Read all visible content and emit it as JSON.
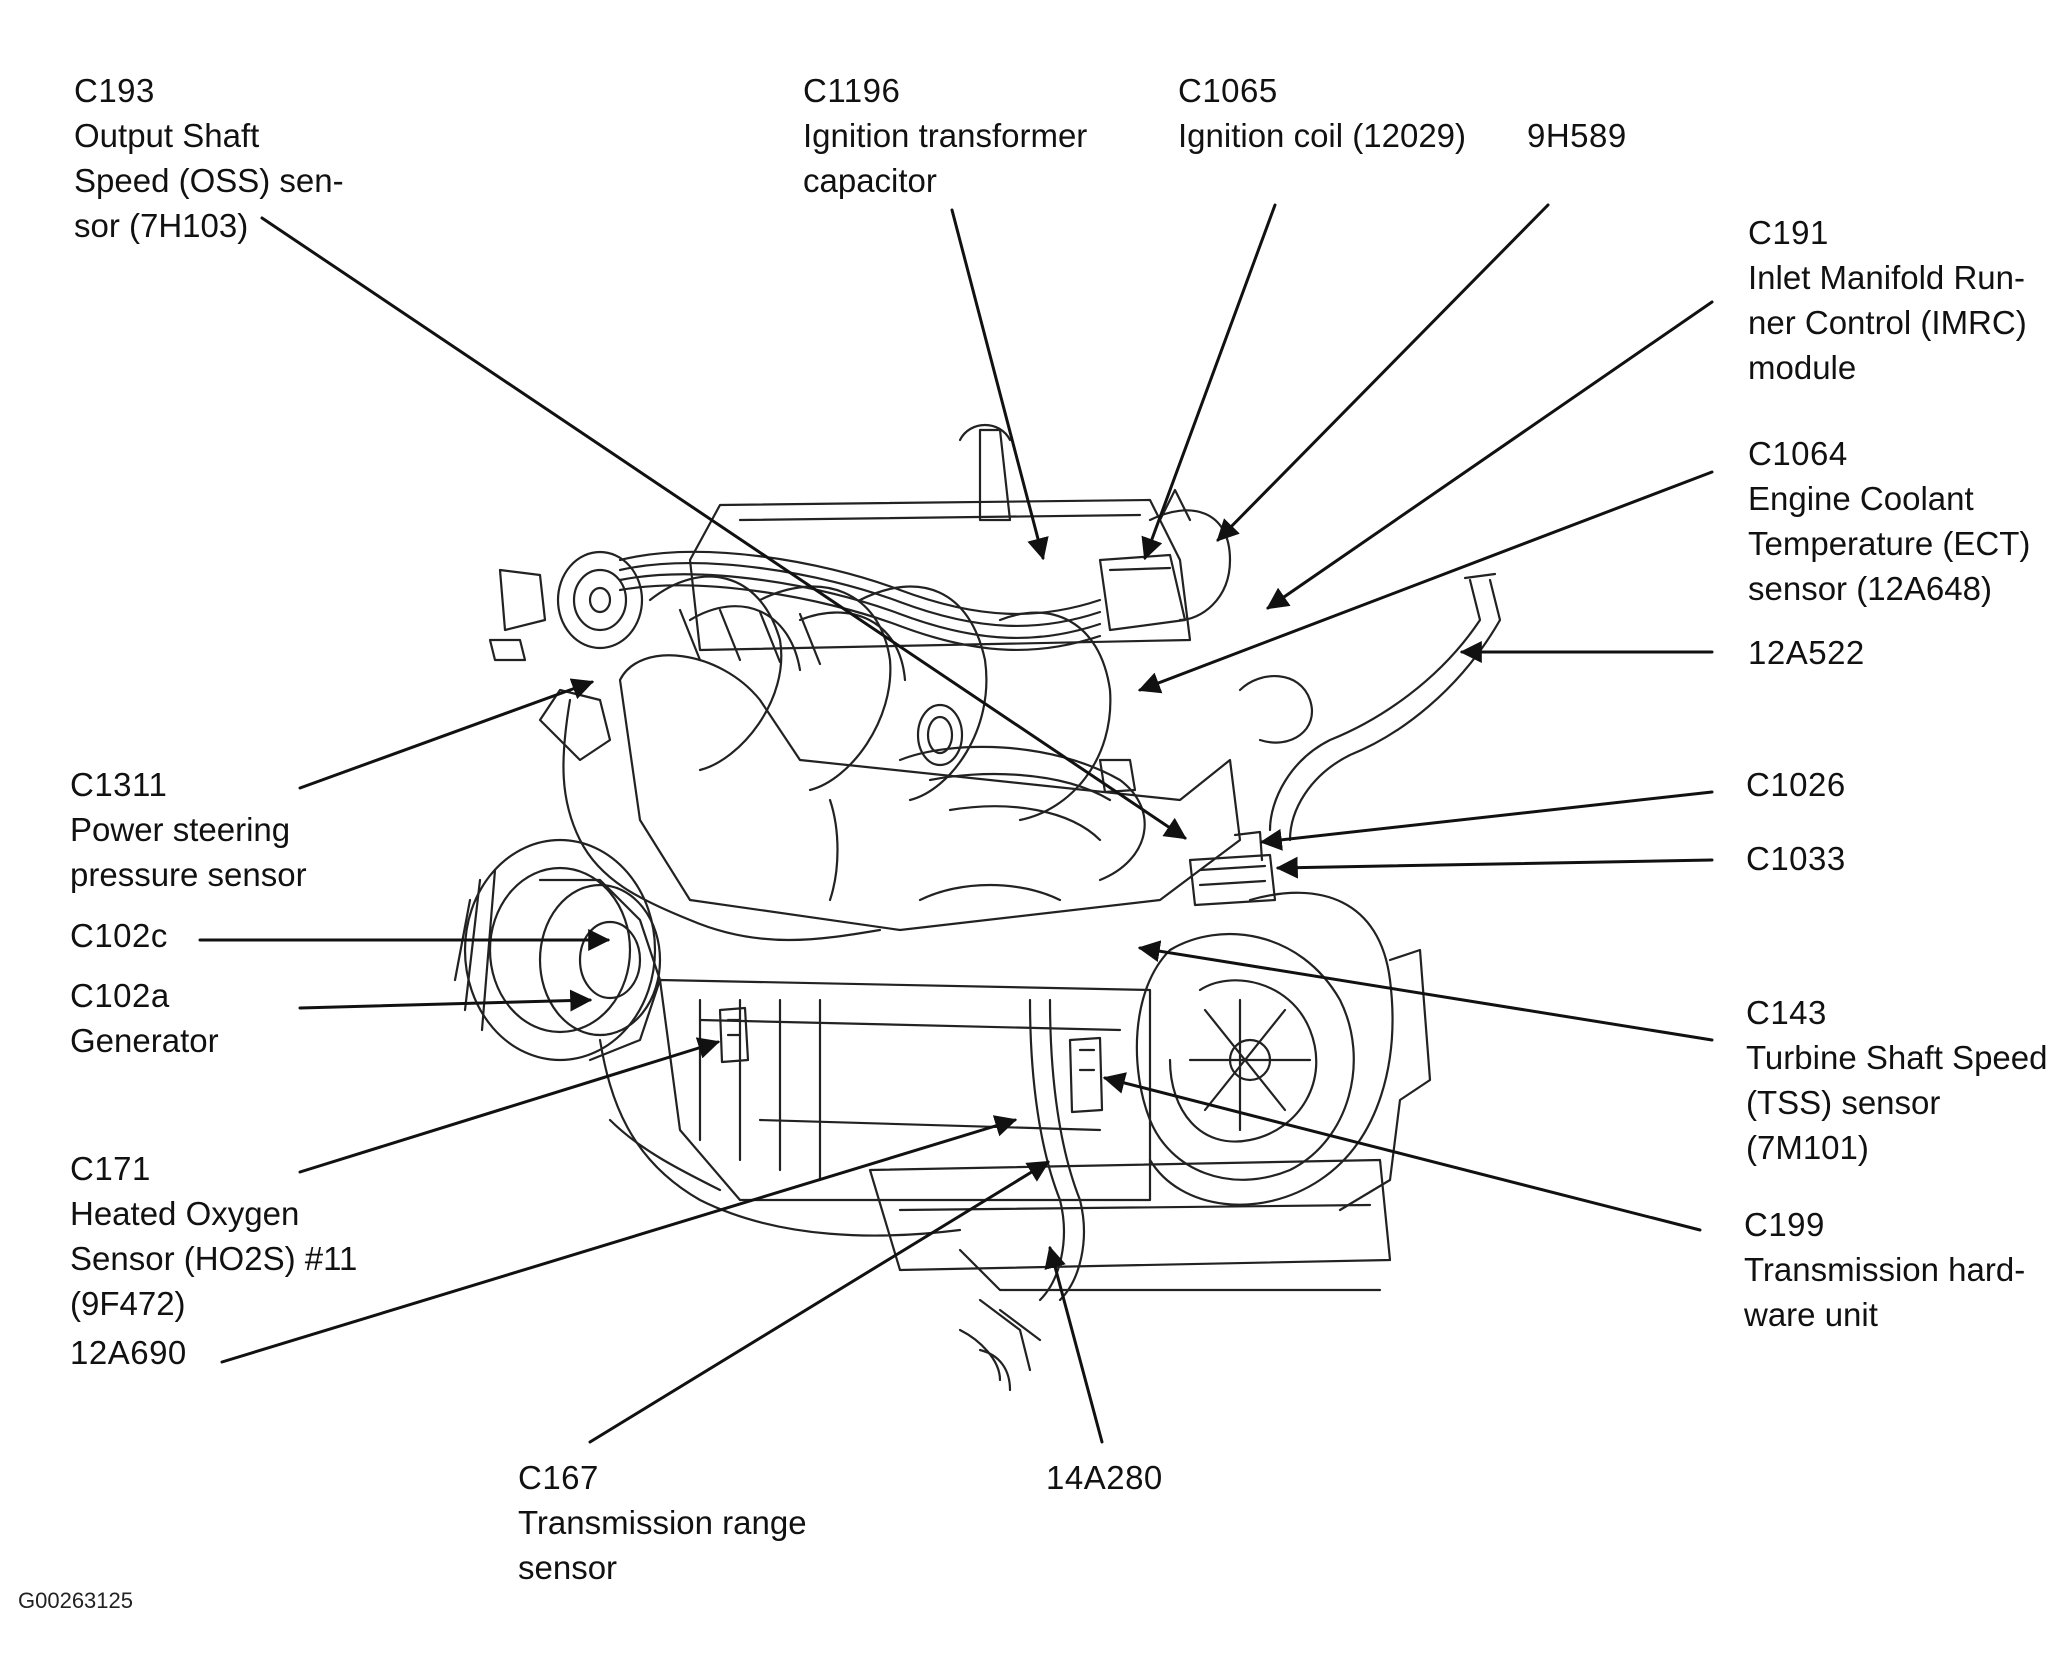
{
  "figure_id": "G00263125",
  "colors": {
    "ink": "#111111",
    "background": "#ffffff"
  },
  "callouts": {
    "c193": {
      "code": "C193",
      "lines": [
        "Output Shaft",
        "Speed (OSS) sen-",
        "sor (7H103)"
      ]
    },
    "c1196": {
      "code": "C1196",
      "lines": [
        "Ignition transformer",
        "capacitor"
      ]
    },
    "c1065": {
      "code": "C1065",
      "lines": [
        "Ignition coil (12029)"
      ]
    },
    "h9h589": {
      "code": "9H589",
      "lines": []
    },
    "c191": {
      "code": "C191",
      "lines": [
        "Inlet Manifold Run-",
        "ner Control (IMRC)",
        "module"
      ]
    },
    "c1064": {
      "code": "C1064",
      "lines": [
        "Engine Coolant",
        "Temperature (ECT)",
        "sensor (12A648)"
      ]
    },
    "a12a522": {
      "code": "12A522",
      "lines": []
    },
    "c1311": {
      "code": "C1311",
      "lines": [
        "Power steering",
        "pressure sensor"
      ]
    },
    "c102c": {
      "code": "C102c",
      "lines": []
    },
    "c102a": {
      "code": "C102a",
      "lines": [
        "Generator"
      ]
    },
    "c171": {
      "code": "C171",
      "lines": [
        "Heated Oxygen",
        "Sensor (HO2S) #11",
        "(9F472)"
      ]
    },
    "a12a690": {
      "code": "12A690",
      "lines": []
    },
    "c1026": {
      "code": "C1026",
      "lines": []
    },
    "c1033": {
      "code": "C1033",
      "lines": []
    },
    "c143": {
      "code": "C143",
      "lines": [
        "Turbine Shaft Speed",
        "(TSS) sensor",
        "(7M101)"
      ]
    },
    "c199": {
      "code": "C199",
      "lines": [
        "Transmission hard-",
        "ware unit"
      ]
    },
    "c167": {
      "code": "C167",
      "lines": [
        "Transmission range",
        "sensor"
      ]
    },
    "a14a280": {
      "code": "14A280",
      "lines": []
    }
  }
}
